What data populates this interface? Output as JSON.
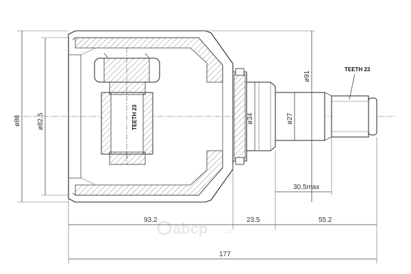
{
  "drawing": {
    "teeth_inner": "TEETH 23",
    "teeth_outer": "TEETH 23",
    "diameters": {
      "d86": "ø86",
      "d82_5": "ø82.5",
      "d34": "ø34",
      "d27": "ø27",
      "d91": "ø91"
    },
    "lengths": {
      "l30_5max": "30.5max",
      "l93_2": "93.2",
      "l23_5": "23.5",
      "l55_2": "55.2",
      "l177": "177"
    },
    "watermark": {
      "brand": "abcp",
      "suffix": ".ru"
    }
  }
}
